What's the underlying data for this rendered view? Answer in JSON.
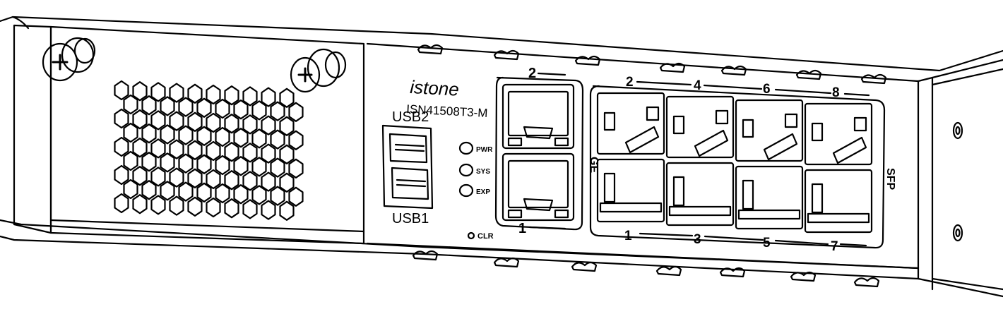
{
  "brand": {
    "logo_text": "istone",
    "model": "ISN41508T3-M"
  },
  "usb": {
    "top_label": "USB2",
    "bottom_label": "USB1"
  },
  "leds": [
    {
      "label": "PWR"
    },
    {
      "label": "SYS"
    },
    {
      "label": "EXP"
    }
  ],
  "clear_button": {
    "label": "CLR"
  },
  "ge_group": {
    "label": "GE",
    "top_port_number": "2",
    "bottom_port_number": "1"
  },
  "sfp_group": {
    "label": "SFP",
    "top_numbers": [
      "2",
      "4",
      "6",
      "8"
    ],
    "bottom_numbers": [
      "1",
      "3",
      "5",
      "7"
    ]
  },
  "colors": {
    "line": "#000000",
    "panel": "#ffffff"
  }
}
